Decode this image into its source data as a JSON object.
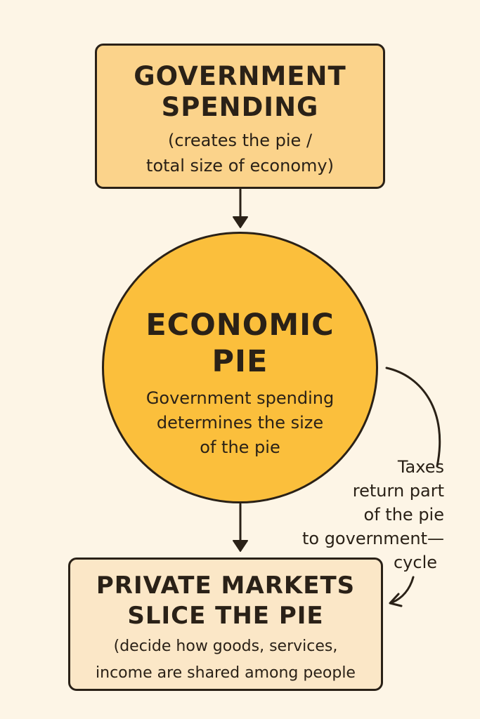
{
  "top_box": {
    "title_line1": "GOVERNMENT",
    "title_line2": "SPENDING",
    "sub_line1": "(creates the pie /",
    "sub_line2": "total size of economy)"
  },
  "pie": {
    "title_line1": "ECONOMIC",
    "title_line2": "PIE",
    "sub_line1": "Government spending",
    "sub_line2": "determines the size",
    "sub_line3": "of the pie"
  },
  "bottom_box": {
    "title_line1": "PRIVATE MARKETS",
    "title_line2": "SLICE THE PIE",
    "sub_line1": "(decide how goods, services,",
    "sub_line2": "income are shared among people"
  },
  "cycle_note": {
    "line1": "Taxes",
    "line2": "return part",
    "line3": "of the pie",
    "line4": "to government—",
    "line5": "cycle"
  },
  "colors": {
    "background": "#fdf5e6",
    "top_box_fill": "#fbd38b",
    "pie_fill": "#fbbf3c",
    "bottom_box_fill": "#fbe7c7",
    "outline": "#2a2117"
  }
}
